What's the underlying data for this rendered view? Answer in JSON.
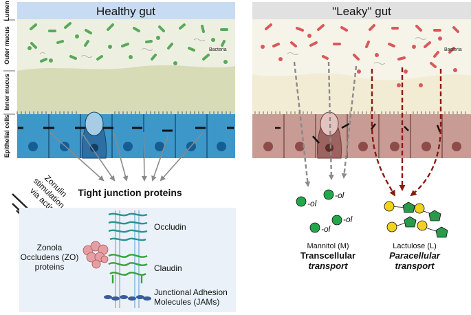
{
  "panels": {
    "healthy": {
      "title": "Healthy gut",
      "bacteria_label": "Bacteria"
    },
    "leaky": {
      "title": "\"Leaky\" gut",
      "bacteria_label": "Bacteria"
    }
  },
  "layers": {
    "lumen": "Lumen",
    "outer_mucus": "Outer mucus",
    "inner_mucus": "Inner mucus",
    "epithelial_cells": "Epithelial cells"
  },
  "tight_junction_title": "Tight junction proteins",
  "zonulin": {
    "line1": "Zonulin",
    "line2": "stimulation",
    "line3": "via actin"
  },
  "zo_proteins": {
    "line1": "Zonola",
    "line2": "Occludens (ZO)",
    "line3": "proteins"
  },
  "proteins": {
    "occludin": "Occludin",
    "claudin": "Claudin",
    "jams_line1": "Junctional Adhesion",
    "jams_line2": "Molecules (JAMs)"
  },
  "mannitol": {
    "molecule_label": "-ol",
    "name": "Mannitol (M)",
    "transport_line1": "Transcellular",
    "transport_line2": "transport"
  },
  "lactulose": {
    "name": "Lactulose (L)",
    "transport_line1": "Paracellular",
    "transport_line2": "transport"
  },
  "colors": {
    "healthy_bacteria": "#5aa85a",
    "leaky_bacteria": "#d9595a",
    "epithelial_healthy": "#3d97c9",
    "epithelial_leaky": "#c89b95",
    "mannitol": "#22a84a",
    "lactulose_yellow": "#f2d21c",
    "lactulose_green": "#2a9a4a",
    "paracellular_arrow": "#8b1a10",
    "transcellular_arrow": "#8a8a8a"
  }
}
